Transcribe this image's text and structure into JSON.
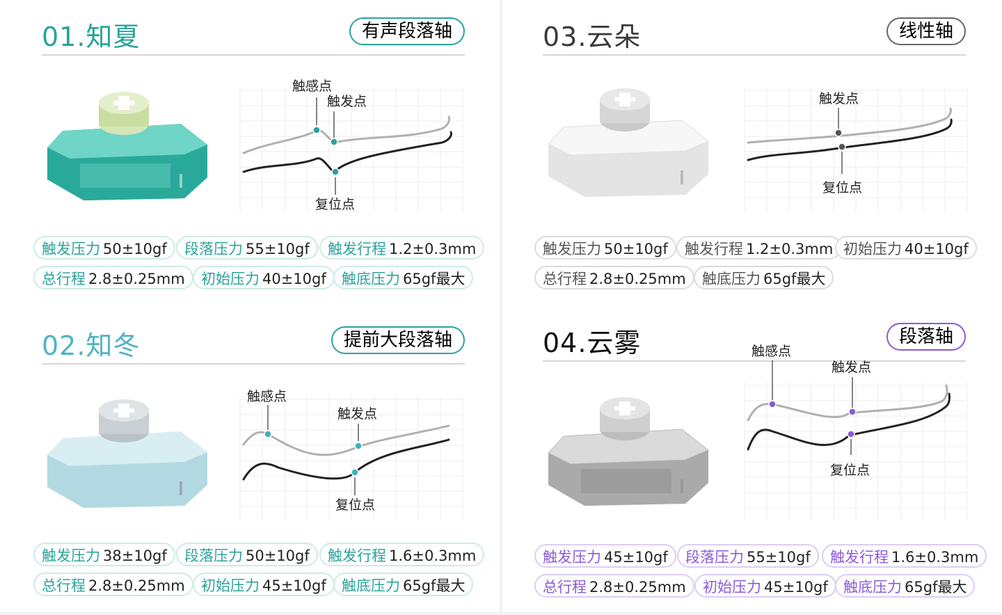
{
  "panels": [
    {
      "id": "zhixia",
      "title": "01.知夏",
      "type_badge": "有声段落轴",
      "accent": "#2aa39a",
      "title_color": "#2aa39a",
      "chip_border": "#cdebe7",
      "chip_key_color": "#2aa39a",
      "curve_labels": {
        "tactile": "触感点",
        "trigger": "触发点",
        "reset": "复位点"
      },
      "specs": [
        {
          "key": "触发压力",
          "value": "50±10gf"
        },
        {
          "key": "段落压力",
          "value": "55±10gf"
        },
        {
          "key": "触发行程",
          "value": "1.2±0.3mm"
        },
        {
          "key": "总行程",
          "value": "2.8±0.25mm"
        },
        {
          "key": "初始压力",
          "value": "40±10gf"
        },
        {
          "key": "触底压力",
          "value": "65gf最大"
        }
      ]
    },
    {
      "id": "zhidong",
      "title": "02.知冬",
      "type_badge": "提前大段落轴",
      "accent": "#3fb0bd",
      "title_color": "#4fb3c1",
      "chip_border": "#cdebe7",
      "chip_key_color": "#2aa39a",
      "curve_labels": {
        "tactile": "触感点",
        "trigger": "触发点",
        "reset": "复位点"
      },
      "specs": [
        {
          "key": "触发压力",
          "value": "38±10gf"
        },
        {
          "key": "段落压力",
          "value": "50±10gf"
        },
        {
          "key": "触发行程",
          "value": "1.6±0.3mm"
        },
        {
          "key": "总行程",
          "value": "2.8±0.25mm"
        },
        {
          "key": "初始压力",
          "value": "45±10gf"
        },
        {
          "key": "触底压力",
          "value": "65gf最大"
        }
      ]
    },
    {
      "id": "yunduo",
      "title": "03.云朵",
      "type_badge": "线性轴",
      "accent": "#555555",
      "title_color": "#3a3a3a",
      "chip_border": "#dcdcdc",
      "chip_key_color": "#555555",
      "curve_labels": {
        "trigger": "触发点",
        "reset": "复位点"
      },
      "specs": [
        {
          "key": "触发压力",
          "value": "50±10gf"
        },
        {
          "key": "触发行程",
          "value": "1.2±0.3mm"
        },
        {
          "key": "初始压力",
          "value": "40±10gf"
        },
        {
          "key": "总行程",
          "value": "2.8±0.25mm"
        },
        {
          "key": "触底压力",
          "value": "65gf最大"
        }
      ]
    },
    {
      "id": "yunwu",
      "title": "04.云雾",
      "type_badge": "段落轴",
      "accent": "#8a5ad6",
      "title_color": "#111111",
      "chip_border": "#ddcdf3",
      "chip_key_color": "#8a5ad6",
      "curve_labels": {
        "tactile": "触感点",
        "trigger": "触发点",
        "reset": "复位点"
      },
      "specs": [
        {
          "key": "触发压力",
          "value": "45±10gf"
        },
        {
          "key": "段落压力",
          "value": "55±10gf"
        },
        {
          "key": "触发行程",
          "value": "1.6±0.3mm"
        },
        {
          "key": "总行程",
          "value": "2.8±0.25mm"
        },
        {
          "key": "初始压力",
          "value": "45±10gf"
        },
        {
          "key": "触底压力",
          "value": "65gf最大"
        }
      ]
    }
  ]
}
